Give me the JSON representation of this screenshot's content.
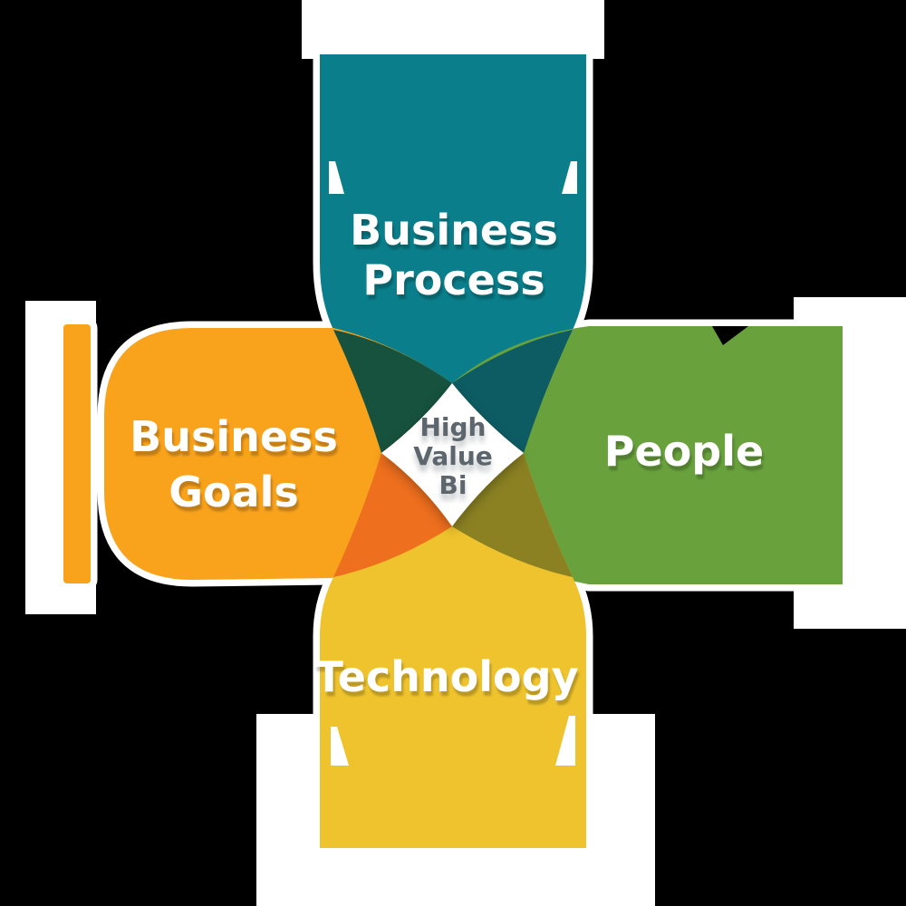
{
  "diagram_title": "High Value BI four-factor diagram",
  "background_color": "#000000",
  "backdrop_color": "#ffffff",
  "label_text_color": "#ffffff",
  "petals": {
    "top": {
      "line1": "Business",
      "line2": "Process",
      "color": "#0a7f8b"
    },
    "left": {
      "line1": "Business",
      "line2": "Goals",
      "color": "#f9a21c"
    },
    "right": {
      "line1": "People",
      "color": "#69a23d"
    },
    "bottom": {
      "line1": "Technology",
      "color": "#eec32d"
    }
  },
  "overlaps": {
    "top_left": "#17523f",
    "top_right": "#0d5c64",
    "bottom_left": "#ee6f1e",
    "bottom_right": "#8b8123"
  },
  "center": {
    "line1": "High",
    "line2": "Value",
    "line3": "Bi",
    "badge_color": "#ffffff",
    "text_color": "#5d666d"
  }
}
